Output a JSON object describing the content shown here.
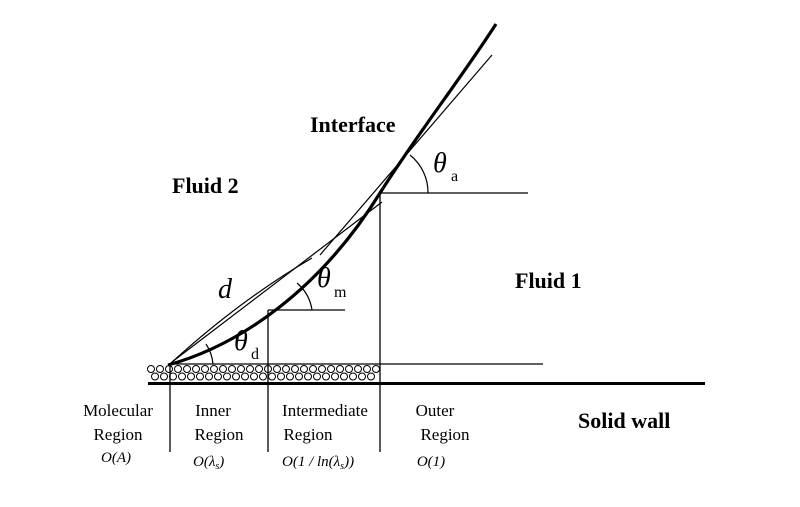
{
  "labels": {
    "interface": "Interface",
    "fluid_2": "Fluid 2",
    "fluid_1": "Fluid 1",
    "solid_wall": "Solid wall",
    "d": "d",
    "theta_a": {
      "symbol": "θ",
      "sub": "a"
    },
    "theta_m": {
      "symbol": "θ",
      "sub": "m"
    },
    "theta_d": {
      "symbol": "θ",
      "sub": "d"
    }
  },
  "regions": [
    {
      "line1": "Molecular",
      "line2": "Region",
      "order": "O(A)"
    },
    {
      "line1": "Inner",
      "line2": "Region",
      "order_prefix": "O(",
      "order_symbol": "λ",
      "order_sub": "s",
      "order_suffix": ")"
    },
    {
      "line1": "Intermediate",
      "line2": "Region",
      "order_prefix": "O(1 / ln(",
      "order_symbol": "λ",
      "order_sub": "s",
      "order_suffix": "))"
    },
    {
      "line1": "Outer",
      "line2": "Region",
      "order": "O(1)"
    }
  ]
}
